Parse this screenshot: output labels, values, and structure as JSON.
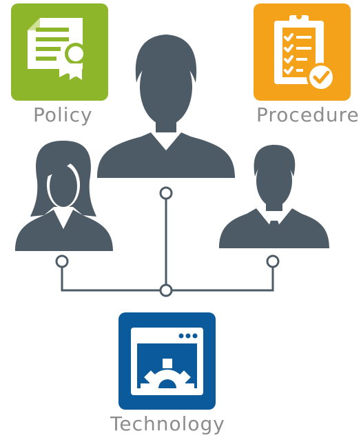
{
  "labels": {
    "policy": "Policy",
    "procedure": "Procedure",
    "technology": "Technology"
  },
  "colors": {
    "policy_tile": "#8db62a",
    "procedure_tile": "#f5a21b",
    "technology_tile": "#0a5a9c",
    "people": "#4d5b66",
    "connector": "#4d5b66",
    "label_text": "#8c8c8c"
  },
  "icons": {
    "policy": "certificate-document-icon",
    "procedure": "checklist-clipboard-icon",
    "technology": "settings-window-icon",
    "people": [
      "woman-person-icon",
      "man-person-icon",
      "businessman-tie-icon"
    ]
  }
}
